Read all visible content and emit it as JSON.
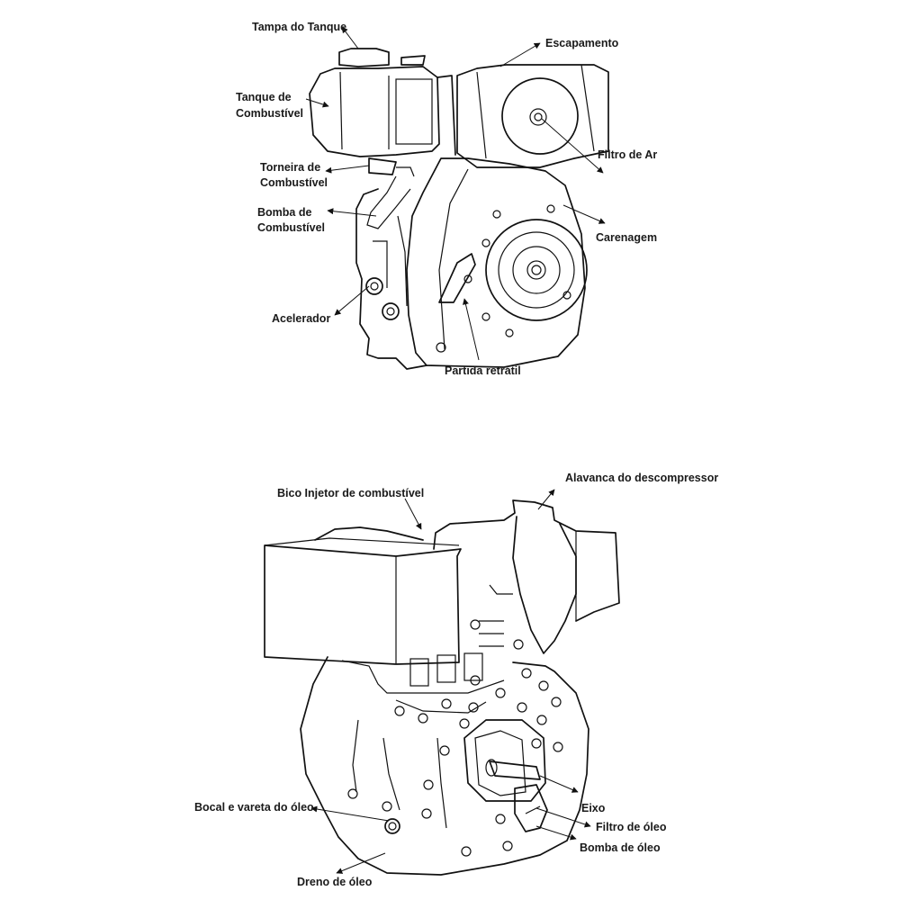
{
  "top_figure": {
    "labels": {
      "tampa_tanque": "Tampa do Tanque",
      "escapamento": "Escapamento",
      "tanque_l1": "Tanque de",
      "tanque_l2": "Combustível",
      "filtro_ar": "Filtro de Ar",
      "torneira_l1": "Torneira de",
      "torneira_l2": "Combustível",
      "bomba_l1": "Bomba de",
      "bomba_l2": "Combustível",
      "carenagem": "Carenagem",
      "acelerador": "Acelerador",
      "partida": "Partida retrátil"
    }
  },
  "bottom_figure": {
    "labels": {
      "alavanca": "Alavanca do descompressor",
      "bico": "Bico Injetor de combustível",
      "bocal": "Bocal e vareta do óleo",
      "eixo": "Eixo",
      "filtro_oleo": "Filtro de óleo",
      "bomba_oleo": "Bomba de óleo",
      "dreno": "Dreno de óleo"
    }
  }
}
